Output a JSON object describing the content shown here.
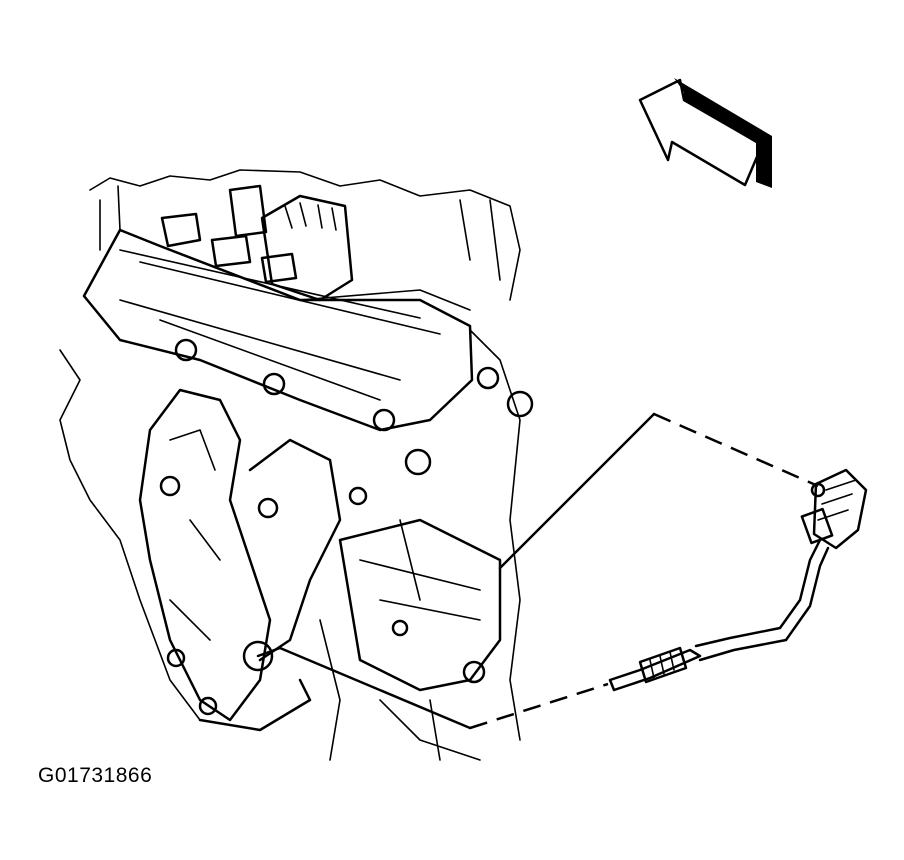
{
  "figure": {
    "id_label": "G01731866",
    "components": [
      "orientation-arrow",
      "engine-block",
      "exhaust-manifold",
      "oxygen-sensor",
      "sensor-connector"
    ],
    "colors": {
      "ink": "#000000",
      "background": "#ffffff"
    }
  }
}
